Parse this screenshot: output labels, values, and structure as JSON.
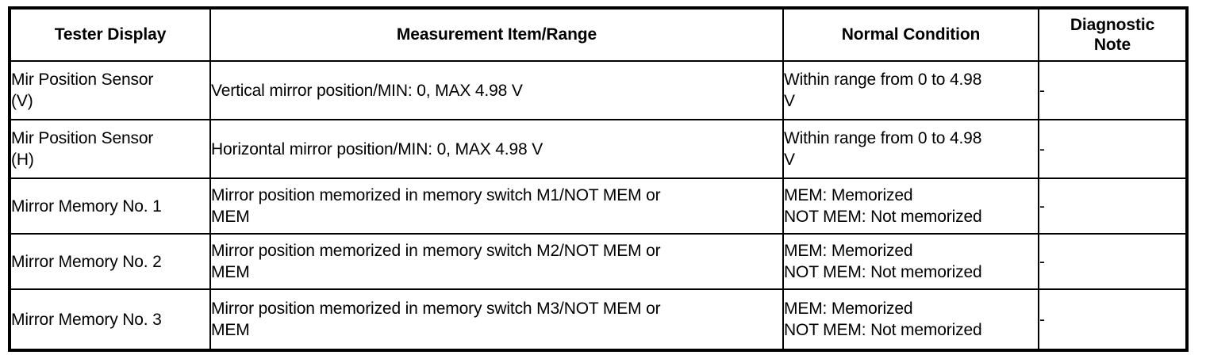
{
  "table": {
    "columns": [
      {
        "key": "tester",
        "label": "Tester Display"
      },
      {
        "key": "measure",
        "label": "Measurement Item/Range"
      },
      {
        "key": "normal",
        "label": "Normal Condition"
      },
      {
        "key": "note",
        "label": "Diagnostic\nNote"
      }
    ],
    "rows": [
      {
        "tester": "Mir Position Sensor\n(V)",
        "measure": "Vertical mirror position/MIN: 0, MAX 4.98 V",
        "normal": "Within range from 0 to 4.98\nV",
        "note": "-"
      },
      {
        "tester": "Mir Position Sensor\n(H)",
        "measure": "Horizontal mirror position/MIN: 0, MAX 4.98 V",
        "normal": "Within range from 0 to 4.98\nV",
        "note": "-"
      },
      {
        "tester": "Mirror Memory No. 1",
        "measure": "Mirror position memorized in memory switch M1/NOT MEM or\nMEM",
        "normal": "MEM: Memorized\nNOT MEM: Not memorized",
        "note": "-"
      },
      {
        "tester": "Mirror Memory No. 2",
        "measure": "Mirror position memorized in memory switch M2/NOT MEM or\nMEM",
        "normal": "MEM: Memorized\nNOT MEM: Not memorized",
        "note": "-"
      },
      {
        "tester": "Mirror Memory No. 3",
        "measure": "Mirror position memorized in memory switch M3/NOT MEM or\nMEM",
        "normal": "MEM: Memorized\nNOT MEM: Not memorized",
        "note": "-"
      }
    ]
  },
  "style": {
    "text_color": "#000000",
    "border_color": "#000000",
    "background": "#ffffff"
  }
}
